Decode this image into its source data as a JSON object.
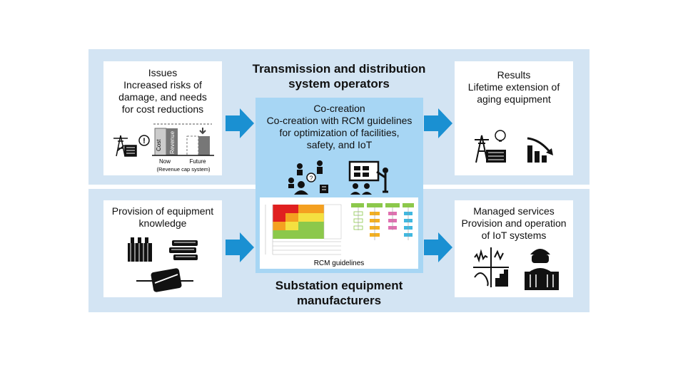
{
  "top_group": {
    "title_line1": "Transmission and distribution",
    "title_line2": "system operators"
  },
  "bottom_group": {
    "title_line1": "Substation equipment",
    "title_line2": "manufacturers"
  },
  "issues": {
    "heading": "Issues",
    "line1": "Increased risks of",
    "line2": "damage, and needs",
    "line3": "for cost reductions",
    "chart_cost": "Cost",
    "chart_revenue": "Revenue",
    "label_now": "Now",
    "label_future": "Future",
    "caption": "(Revenue cap system)"
  },
  "cocreation": {
    "heading": "Co-creation",
    "line1": "Co-creation with RCM guidelines",
    "line2": "for optimization of facilities,",
    "line3": "safety, and IoT",
    "doc_caption": "RCM guidelines"
  },
  "results": {
    "heading": "Results",
    "line1": "Lifetime extension of",
    "line2": "aging equipment"
  },
  "provision": {
    "line1": "Provision of equipment",
    "line2": "knowledge"
  },
  "managed": {
    "line1": "Managed services",
    "line2": "Provision and operation",
    "line3": "of IoT systems"
  },
  "colors": {
    "band": "#d3e4f3",
    "center": "#a7d6f4",
    "arrow": "#1a90d2"
  },
  "icons": [
    "transmission-tower-icon",
    "alert-icon",
    "meeting-icon",
    "presentation-icon",
    "factory-icon",
    "decline-chart-icon",
    "transformer-icon",
    "books-icon",
    "equipment-icon",
    "signal-chart-icon",
    "engineer-icon"
  ]
}
